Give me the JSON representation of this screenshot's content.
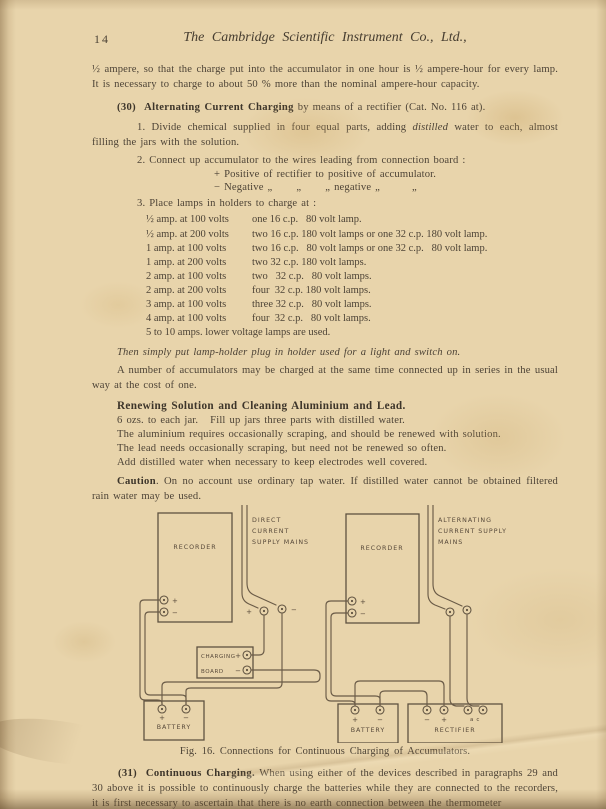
{
  "page": {
    "number": "14",
    "title": "The Cambridge Scientific Instrument Co., Ltd.,"
  },
  "intro": "½ ampere, so that the charge put into the accumulator in one hour is ½ ampere-hour for every lamp.  It is necessary to charge to about 50 % more than the nominal ampere-hour capacity.",
  "s30": {
    "num": "(30)",
    "title": "Alternating Current Charging",
    "rest": " by means of a rectifier (Cat. No. 116 at).",
    "item1_num": "1.  ",
    "item1a": "Divide chemical supplied in four equal parts, adding ",
    "item1_it": "distilled",
    "item1b": " water to each, almost filling the jars with the solution.",
    "item2_num": "2.  ",
    "item2": "Connect up accumulator to the wires leading from connection board :",
    "sub_pos": "+ Positive of rectifier to positive of accumulator.",
    "sub_neg": "− Negative „      „      „ negative „        „",
    "item3_num": "3.  ",
    "item3": "Place lamps in holders to charge at :",
    "lamps": [
      {
        "spec": "½ amp. at 100 volts",
        "desc": "one 16 c.p.   80 volt lamp."
      },
      {
        "spec": "½ amp. at 200 volts",
        "desc": "two 16 c.p. 180 volt lamps or one 32 c.p. 180 volt lamp."
      },
      {
        "spec": "1 amp. at 100 volts",
        "desc": "two 16 c.p.   80 volt lamps or one 32 c.p.   80 volt lamp."
      },
      {
        "spec": "1 amp. at 200 volts",
        "desc": "two 32 c.p. 180 volt lamps."
      },
      {
        "spec": "2 amp. at 100 volts",
        "desc": "two   32 c.p.   80 volt lamps."
      },
      {
        "spec": "2 amp. at 200 volts",
        "desc": "four  32 c.p. 180 volt lamps."
      },
      {
        "spec": "3 amp. at 100 volts",
        "desc": "three 32 c.p.   80 volt lamps."
      },
      {
        "spec": "4 amp. at 100 volts",
        "desc": "four  32 c.p.   80 volt lamps."
      }
    ],
    "lamps_note": "5 to 10 amps. lower voltage lamps are used."
  },
  "then_note": "Then simply put lamp-holder plug in holder used for a light and switch on.",
  "series_para": "A number of accumulators may be charged at the same time connected up in series in the usual way at the cost of one.",
  "renewing": {
    "heading": "Renewing Solution and Cleaning Aluminium and Lead.",
    "line1": "6 ozs. to each jar.   Fill up jars three parts with distilled water.",
    "line2": "The aluminium requires occasionally scraping, and should be renewed with solution.",
    "line3": "The lead needs occasionally scraping, but need not be renewed so often.",
    "line4": "Add distilled water when necessary to keep electrodes well covered."
  },
  "caution": {
    "label": "Caution",
    "text": ".  On no account use ordinary tap water.  If distilled water cannot be obtained filtered rain water may be used."
  },
  "figure": {
    "caption": "Fig. 16.   Connections for Continuous Charging of Accumulators.",
    "left": {
      "recorder": "RECORDER",
      "mains_line1": "DIRECT",
      "mains_line2": "CURRENT",
      "mains_line3": "SUPPLY MAINS",
      "board_line1": "CHARGING",
      "board_line2": "BOARD",
      "battery": "BATTERY"
    },
    "right": {
      "recorder": "RECORDER",
      "mains_line1": "ALTERNATING",
      "mains_line2": "CURRENT  SUPPLY",
      "mains_line3": "MAINS",
      "rectifier": "RECTIFIER",
      "battery": "BATTERY",
      "ac_label": "a c"
    },
    "sym": {
      "plus": "+",
      "minus": "−"
    }
  },
  "s31": {
    "num": "(31)",
    "title": "Continuous Charging.",
    "text": "  When using either of the devices described in paragraphs 29 and 30 above it is possible to continuously charge the batteries while they are connected to the recorders, it is first necessary to ascertain that there is no earth connection between the thermometer"
  }
}
